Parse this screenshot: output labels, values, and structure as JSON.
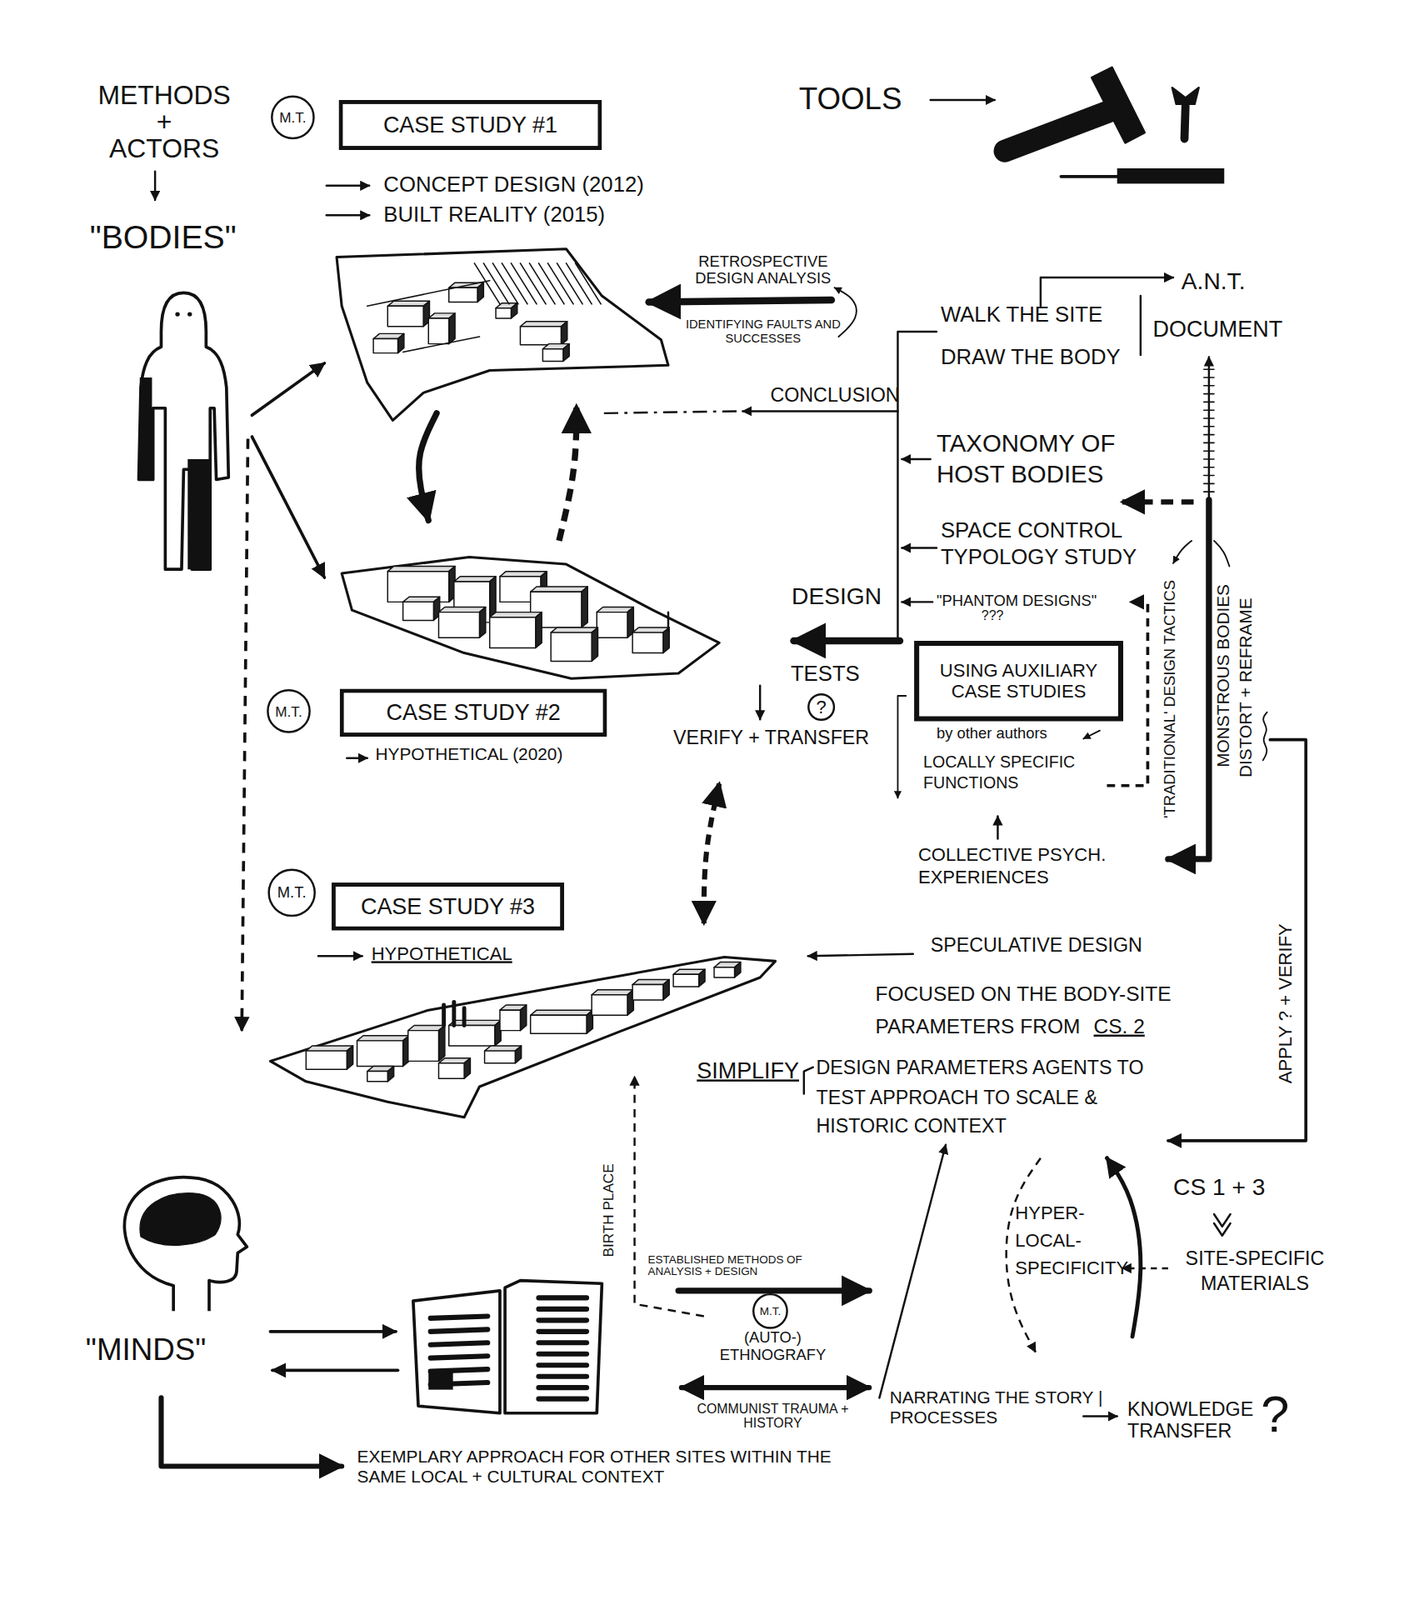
{
  "diagram": {
    "nodes": [
      {
        "text": [
          "M.T."
        ]
      },
      {
        "text": [
          "CASE STUDY #1"
        ]
      },
      {
        "text": [
          "M.T."
        ]
      },
      {
        "text": [
          "CASE STUDY #2"
        ]
      },
      {
        "text": [
          "?"
        ]
      },
      {
        "text": [
          "USING AUXILIARY CASE STUDIES"
        ]
      },
      {
        "text": [
          "M.T."
        ]
      },
      {
        "text": [
          "CASE STUDY #3"
        ]
      },
      {
        "text": [
          "M.T."
        ]
      }
    ],
    "labels": [
      "METHODS + ACTORS",
      "\"BODIES\"",
      "TOOLS",
      "CONCEPT DESIGN (2012)",
      "BUILT REALITY (2015)",
      "RETROSPECTIVE DESIGN ANALYSIS",
      "IDENTIFYING FAULTS AND SUCCESSES",
      "A.N.T.",
      "WALK THE SITE",
      "DRAW THE BODY",
      "DOCUMENT",
      "CONCLUSION",
      "TAXONOMY OF HOST BODIES",
      "SPACE CONTROL TYPOLOGY STUDY",
      "\"PHANTOM DESIGNS\"",
      "???",
      "DESIGN",
      "TESTS",
      "VERIFY + TRANSFER",
      "by other authors",
      "LOCALLY SPECIFIC FUNCTIONS",
      "COLLECTIVE PSYCH. EXPERIENCES",
      "'TRADITIONAL' DESIGN TACTICS",
      "MONSTROUS BODIES",
      "DISTORT + REFRAME",
      "HYPOTHETICAL (2020)",
      "HYPOTHETICAL",
      "SPECULATIVE DESIGN",
      "FOCUSED ON THE BODY-SITE PARAMETERS FROM",
      "CS. 2",
      "APPLY ? + VERIFY",
      "SIMPLIFY",
      "DESIGN PARAMETERS AGENTS TO TEST APPROACH TO SCALE & HISTORIC CONTEXT",
      "CS 1 + 3",
      "SITE-SPECIFIC MATERIALS",
      "HYPER-LOCAL-SPECIFICITY",
      "BIRTH PLACE",
      "\"MINDS\"",
      "ESTABLISHED METHODS OF ANALYSIS + DESIGN",
      "(AUTO-) ETHNOGRAFY",
      "COMMUNIST TRAUMA + HISTORY",
      "NARRATING THE STORY | PROCESSES",
      "KNOWLEDGE TRANSFER",
      "?",
      "EXEMPLARY APPROACH FOR OTHER SITES WITHIN THE SAME LOCAL + CULTURAL CONTEXT"
    ]
  }
}
